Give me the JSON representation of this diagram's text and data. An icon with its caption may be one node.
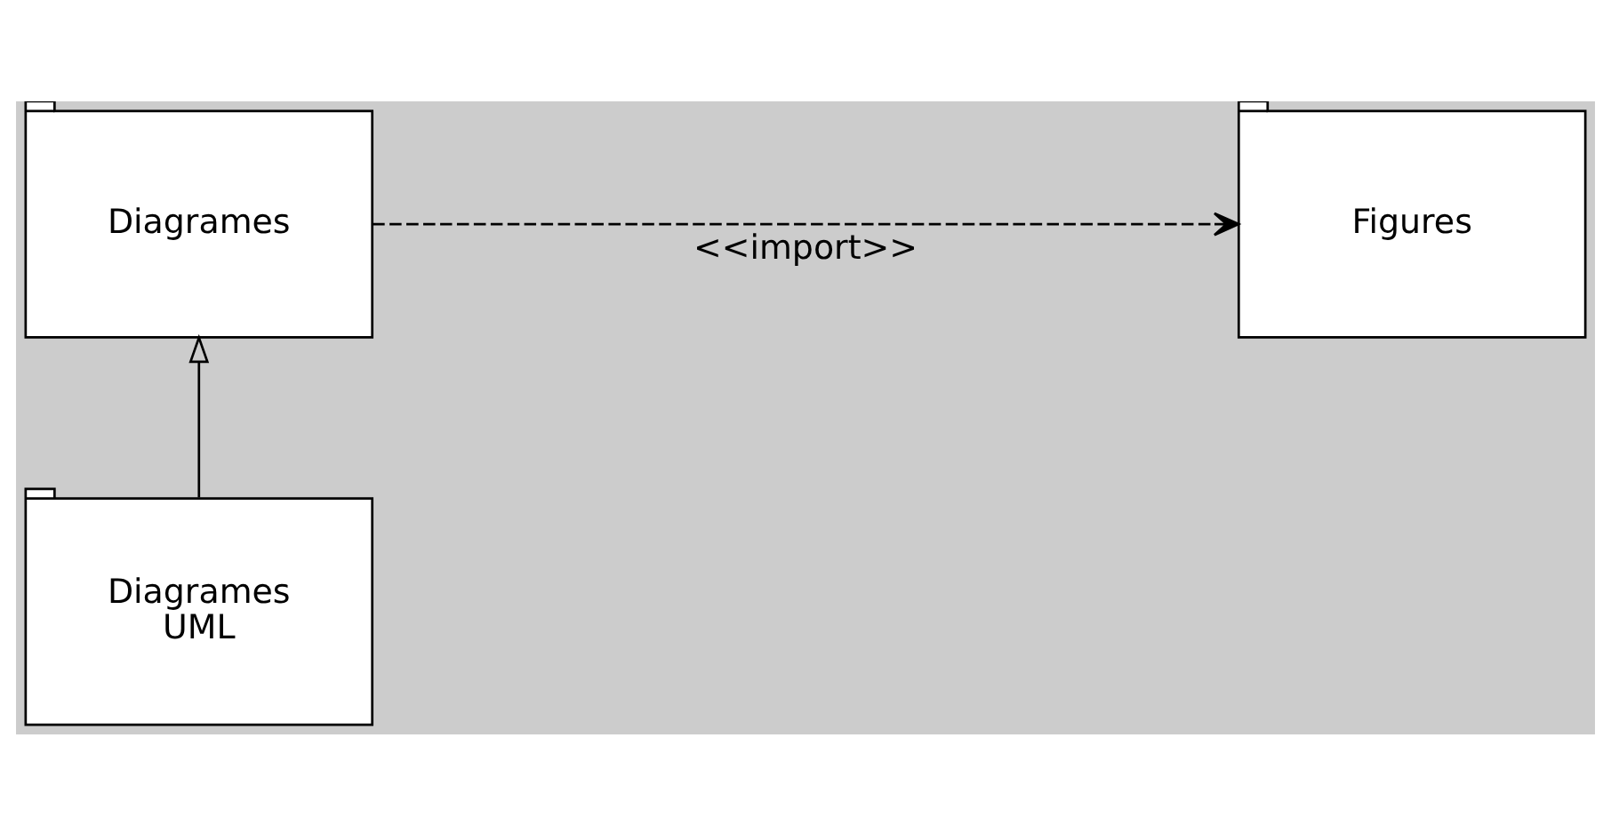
{
  "diagram": {
    "nodes": [
      {
        "text": [
          "Figures"
        ]
      },
      {
        "text": [
          "Diagrames"
        ]
      },
      {
        "text": [
          "Diagrames UML"
        ]
      }
    ],
    "edges": [
      {
        "from": 1,
        "to": 0,
        "arrow": "to",
        "label": "<<import>>",
        "style": "dashed"
      },
      {
        "from": 2,
        "to": 1,
        "arrow": "to"
      }
    ]
  }
}
